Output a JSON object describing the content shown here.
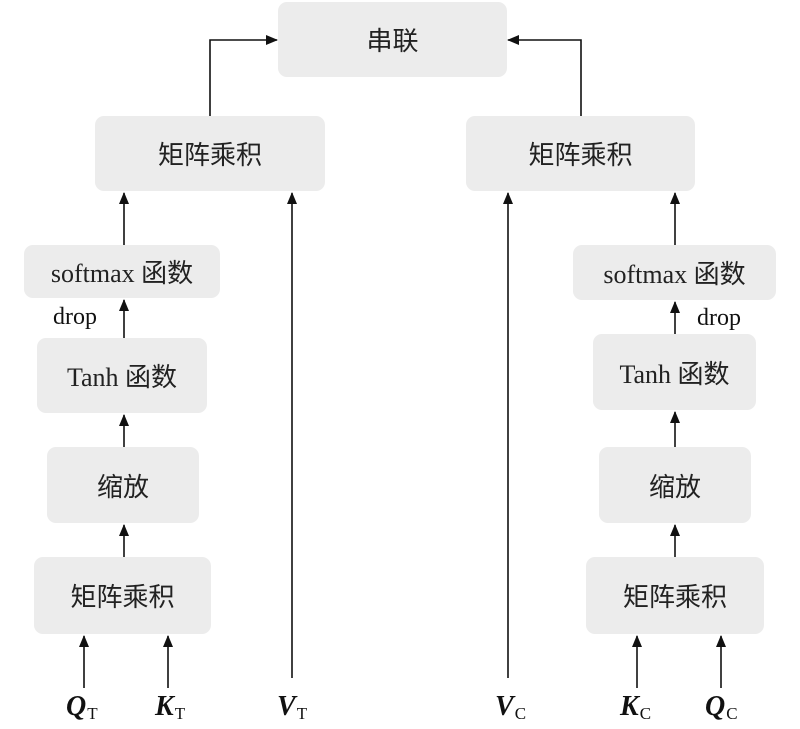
{
  "top": {
    "concat": "串联"
  },
  "left": {
    "matmul_top": "矩阵乘积",
    "softmax": "softmax 函数",
    "drop": "drop",
    "tanh": "Tanh 函数",
    "scale": "缩放",
    "matmul_bottom": "矩阵乘积"
  },
  "right": {
    "matmul_top": "矩阵乘积",
    "softmax": "softmax 函数",
    "drop": "drop",
    "tanh": "Tanh 函数",
    "scale": "缩放",
    "matmul_bottom": "矩阵乘积"
  },
  "inputs": [
    {
      "symbol": "Q",
      "sub": "T"
    },
    {
      "symbol": "K",
      "sub": "T"
    },
    {
      "symbol": "V",
      "sub": "T"
    },
    {
      "symbol": "V",
      "sub": "C"
    },
    {
      "symbol": "K",
      "sub": "C"
    },
    {
      "symbol": "Q",
      "sub": "C"
    }
  ],
  "colors": {
    "box_fill": "#ececec",
    "arrow": "#111111"
  }
}
